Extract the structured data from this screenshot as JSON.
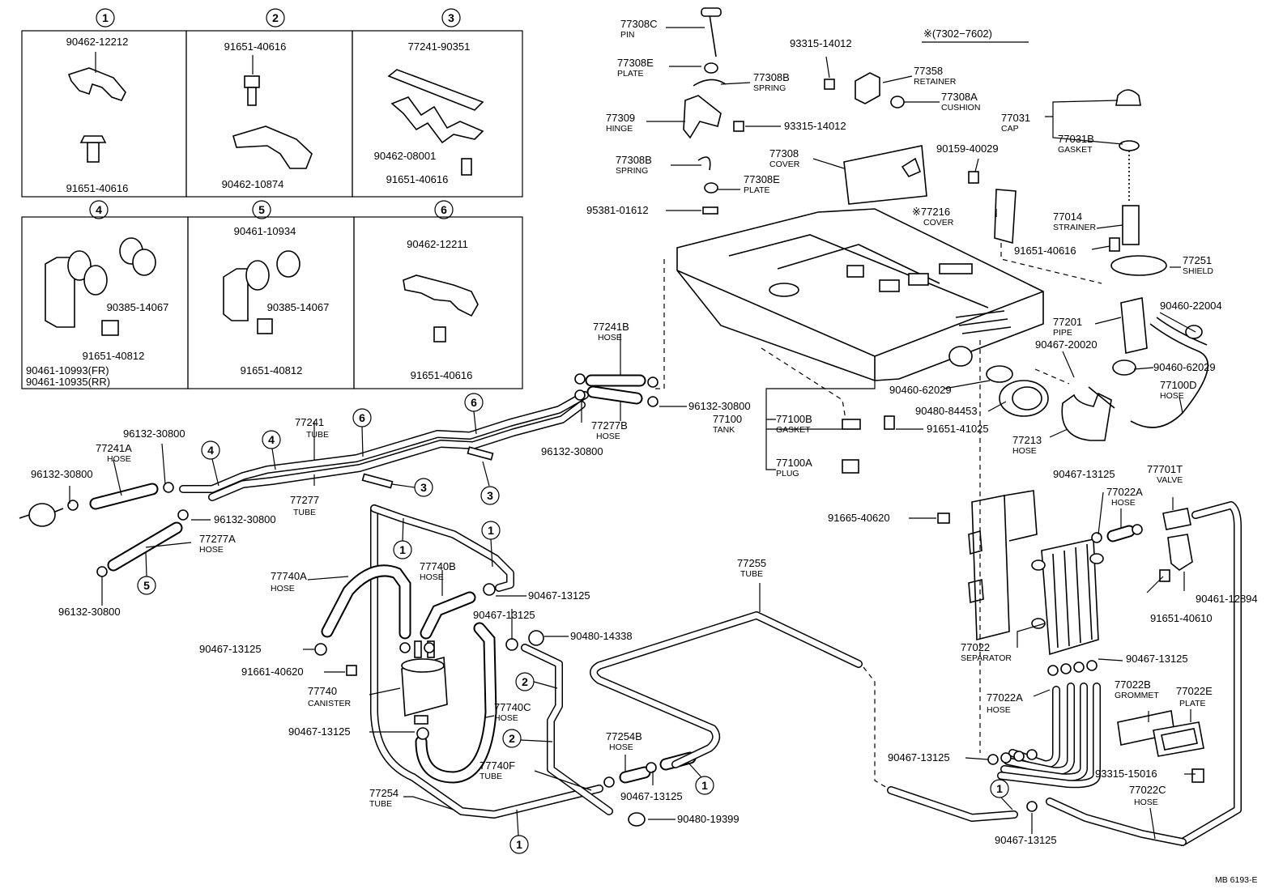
{
  "diagram": {
    "inset_boxes": [
      {
        "id": "1",
        "parts": [
          "90462-12212",
          "91651-40616"
        ]
      },
      {
        "id": "2",
        "parts": [
          "91651-40616",
          "90462-10874"
        ]
      },
      {
        "id": "3",
        "parts": [
          "77241-90351",
          "90462-08001",
          "91651-40616"
        ]
      },
      {
        "id": "4",
        "parts": [
          "90385-14067",
          "91651-40812",
          "90461-10993(FR)",
          "90461-10935(RR)"
        ]
      },
      {
        "id": "5",
        "parts": [
          "90461-10934",
          "90385-14067",
          "91651-40812"
        ]
      },
      {
        "id": "6",
        "parts": [
          "90462-12211",
          "91651-40616"
        ]
      }
    ],
    "header_note": "※(7302−7602)",
    "footer_code": "MB 6193-E",
    "labels": [
      {
        "id": "p77308C",
        "number": "77308C",
        "name": "PIN"
      },
      {
        "id": "p77308E_a",
        "number": "77308E",
        "name": "PLATE"
      },
      {
        "id": "p77308B_a",
        "number": "77308B",
        "name": "SPRING"
      },
      {
        "id": "p77309",
        "number": "77309",
        "name": "HINGE"
      },
      {
        "id": "p93315_a",
        "number": "93315-14012",
        "name": ""
      },
      {
        "id": "p93315_b",
        "number": "93315-14012",
        "name": ""
      },
      {
        "id": "p77308B_b",
        "number": "77308B",
        "name": "SPRING"
      },
      {
        "id": "p77308E_b",
        "number": "77308E",
        "name": "PLATE"
      },
      {
        "id": "p95381",
        "number": "95381-01612",
        "name": ""
      },
      {
        "id": "p77308",
        "number": "77308",
        "name": "COVER"
      },
      {
        "id": "p77358",
        "number": "77358",
        "name": "RETAINER"
      },
      {
        "id": "p77308A",
        "number": "77308A",
        "name": "CUSHION"
      },
      {
        "id": "p77031",
        "number": "77031",
        "name": "CAP"
      },
      {
        "id": "p77031B",
        "number": "77031B",
        "name": "GASKET"
      },
      {
        "id": "p90159",
        "number": "90159-40029",
        "name": ""
      },
      {
        "id": "p77216",
        "number": "※77216",
        "name": "COVER"
      },
      {
        "id": "p77014",
        "number": "77014",
        "name": "STRAINER"
      },
      {
        "id": "p91651_40616_m",
        "number": "91651-40616",
        "name": ""
      },
      {
        "id": "p77251",
        "number": "77251",
        "name": "SHIELD"
      },
      {
        "id": "p77201",
        "number": "77201",
        "name": "PIPE"
      },
      {
        "id": "p90460_22004",
        "number": "90460-22004",
        "name": ""
      },
      {
        "id": "p90467_20020",
        "number": "90467-20020",
        "name": ""
      },
      {
        "id": "p90460_62029_r",
        "number": "90460-62029",
        "name": ""
      },
      {
        "id": "p77100D",
        "number": "77100D",
        "name": "HOSE"
      },
      {
        "id": "p90460_62029_l",
        "number": "90460-62029",
        "name": ""
      },
      {
        "id": "p90480_84453",
        "number": "90480-84453",
        "name": ""
      },
      {
        "id": "p91651_41025",
        "number": "91651-41025",
        "name": ""
      },
      {
        "id": "p77213",
        "number": "77213",
        "name": "HOSE"
      },
      {
        "id": "p77100",
        "number": "77100",
        "name": "TANK"
      },
      {
        "id": "p77100B",
        "number": "77100B",
        "name": "GASKET"
      },
      {
        "id": "p77100A",
        "number": "77100A",
        "name": "PLUG"
      },
      {
        "id": "p77241B",
        "number": "77241B",
        "name": "HOSE"
      },
      {
        "id": "p96132_a",
        "number": "96132-30800",
        "name": ""
      },
      {
        "id": "p77277B",
        "number": "77277B",
        "name": "HOSE"
      },
      {
        "id": "p96132_b",
        "number": "96132-30800",
        "name": ""
      },
      {
        "id": "p77241",
        "number": "77241",
        "name": "TUBE"
      },
      {
        "id": "p77277",
        "number": "77277",
        "name": "TUBE"
      },
      {
        "id": "p96132_c",
        "number": "96132-30800",
        "name": ""
      },
      {
        "id": "p77241A",
        "number": "77241A",
        "name": "HOSE"
      },
      {
        "id": "p96132_d",
        "number": "96132-30800",
        "name": ""
      },
      {
        "id": "p96132_e",
        "number": "96132-30800",
        "name": ""
      },
      {
        "id": "p77277A",
        "number": "77277A",
        "name": "HOSE"
      },
      {
        "id": "p96132_f",
        "number": "96132-30800",
        "name": ""
      },
      {
        "id": "p77740A",
        "number": "77740A",
        "name": "HOSE"
      },
      {
        "id": "p77740B",
        "number": "77740B",
        "name": "HOSE"
      },
      {
        "id": "p90467_a",
        "number": "90467-13125",
        "name": ""
      },
      {
        "id": "p90467_b",
        "number": "90467-13125",
        "name": ""
      },
      {
        "id": "p90480_14338",
        "number": "90480-14338",
        "name": ""
      },
      {
        "id": "p90467_c",
        "number": "90467-13125",
        "name": ""
      },
      {
        "id": "p91661",
        "number": "91661-40620",
        "name": ""
      },
      {
        "id": "p77740",
        "number": "77740",
        "name": "CANISTER"
      },
      {
        "id": "p77740C",
        "number": "77740C",
        "name": "HOSE"
      },
      {
        "id": "p90467_d",
        "number": "90467-13125",
        "name": ""
      },
      {
        "id": "p77740F",
        "number": "77740F",
        "name": "TUBE"
      },
      {
        "id": "p77254",
        "number": "77254",
        "name": "TUBE"
      },
      {
        "id": "p77254B",
        "number": "77254B",
        "name": "HOSE"
      },
      {
        "id": "p90467_e",
        "number": "90467-13125",
        "name": ""
      },
      {
        "id": "p90480_19399",
        "number": "90480-19399",
        "name": ""
      },
      {
        "id": "p77255",
        "number": "77255",
        "name": "TUBE"
      },
      {
        "id": "p91665",
        "number": "91665-40620",
        "name": ""
      },
      {
        "id": "p90467_f",
        "number": "90467-13125",
        "name": ""
      },
      {
        "id": "p77022A_a",
        "number": "77022A",
        "name": "HOSE"
      },
      {
        "id": "p77701T",
        "number": "77701T",
        "name": "VALVE"
      },
      {
        "id": "p90461_12894",
        "number": "90461-12894",
        "name": ""
      },
      {
        "id": "p91651_40610",
        "number": "91651-40610",
        "name": ""
      },
      {
        "id": "p77022",
        "number": "77022",
        "name": "SEPARATOR"
      },
      {
        "id": "p90467_g",
        "number": "90467-13125",
        "name": ""
      },
      {
        "id": "p77022A_b",
        "number": "77022A",
        "name": "HOSE"
      },
      {
        "id": "p77022B",
        "number": "77022B",
        "name": "GROMMET"
      },
      {
        "id": "p77022E",
        "number": "77022E",
        "name": "PLATE"
      },
      {
        "id": "p90467_h",
        "number": "90467-13125",
        "name": ""
      },
      {
        "id": "p93315_15016",
        "number": "93315-15016",
        "name": ""
      },
      {
        "id": "p77022C",
        "number": "77022C",
        "name": "HOSE"
      },
      {
        "id": "p90467_i",
        "number": "90467-13125",
        "name": ""
      }
    ]
  }
}
